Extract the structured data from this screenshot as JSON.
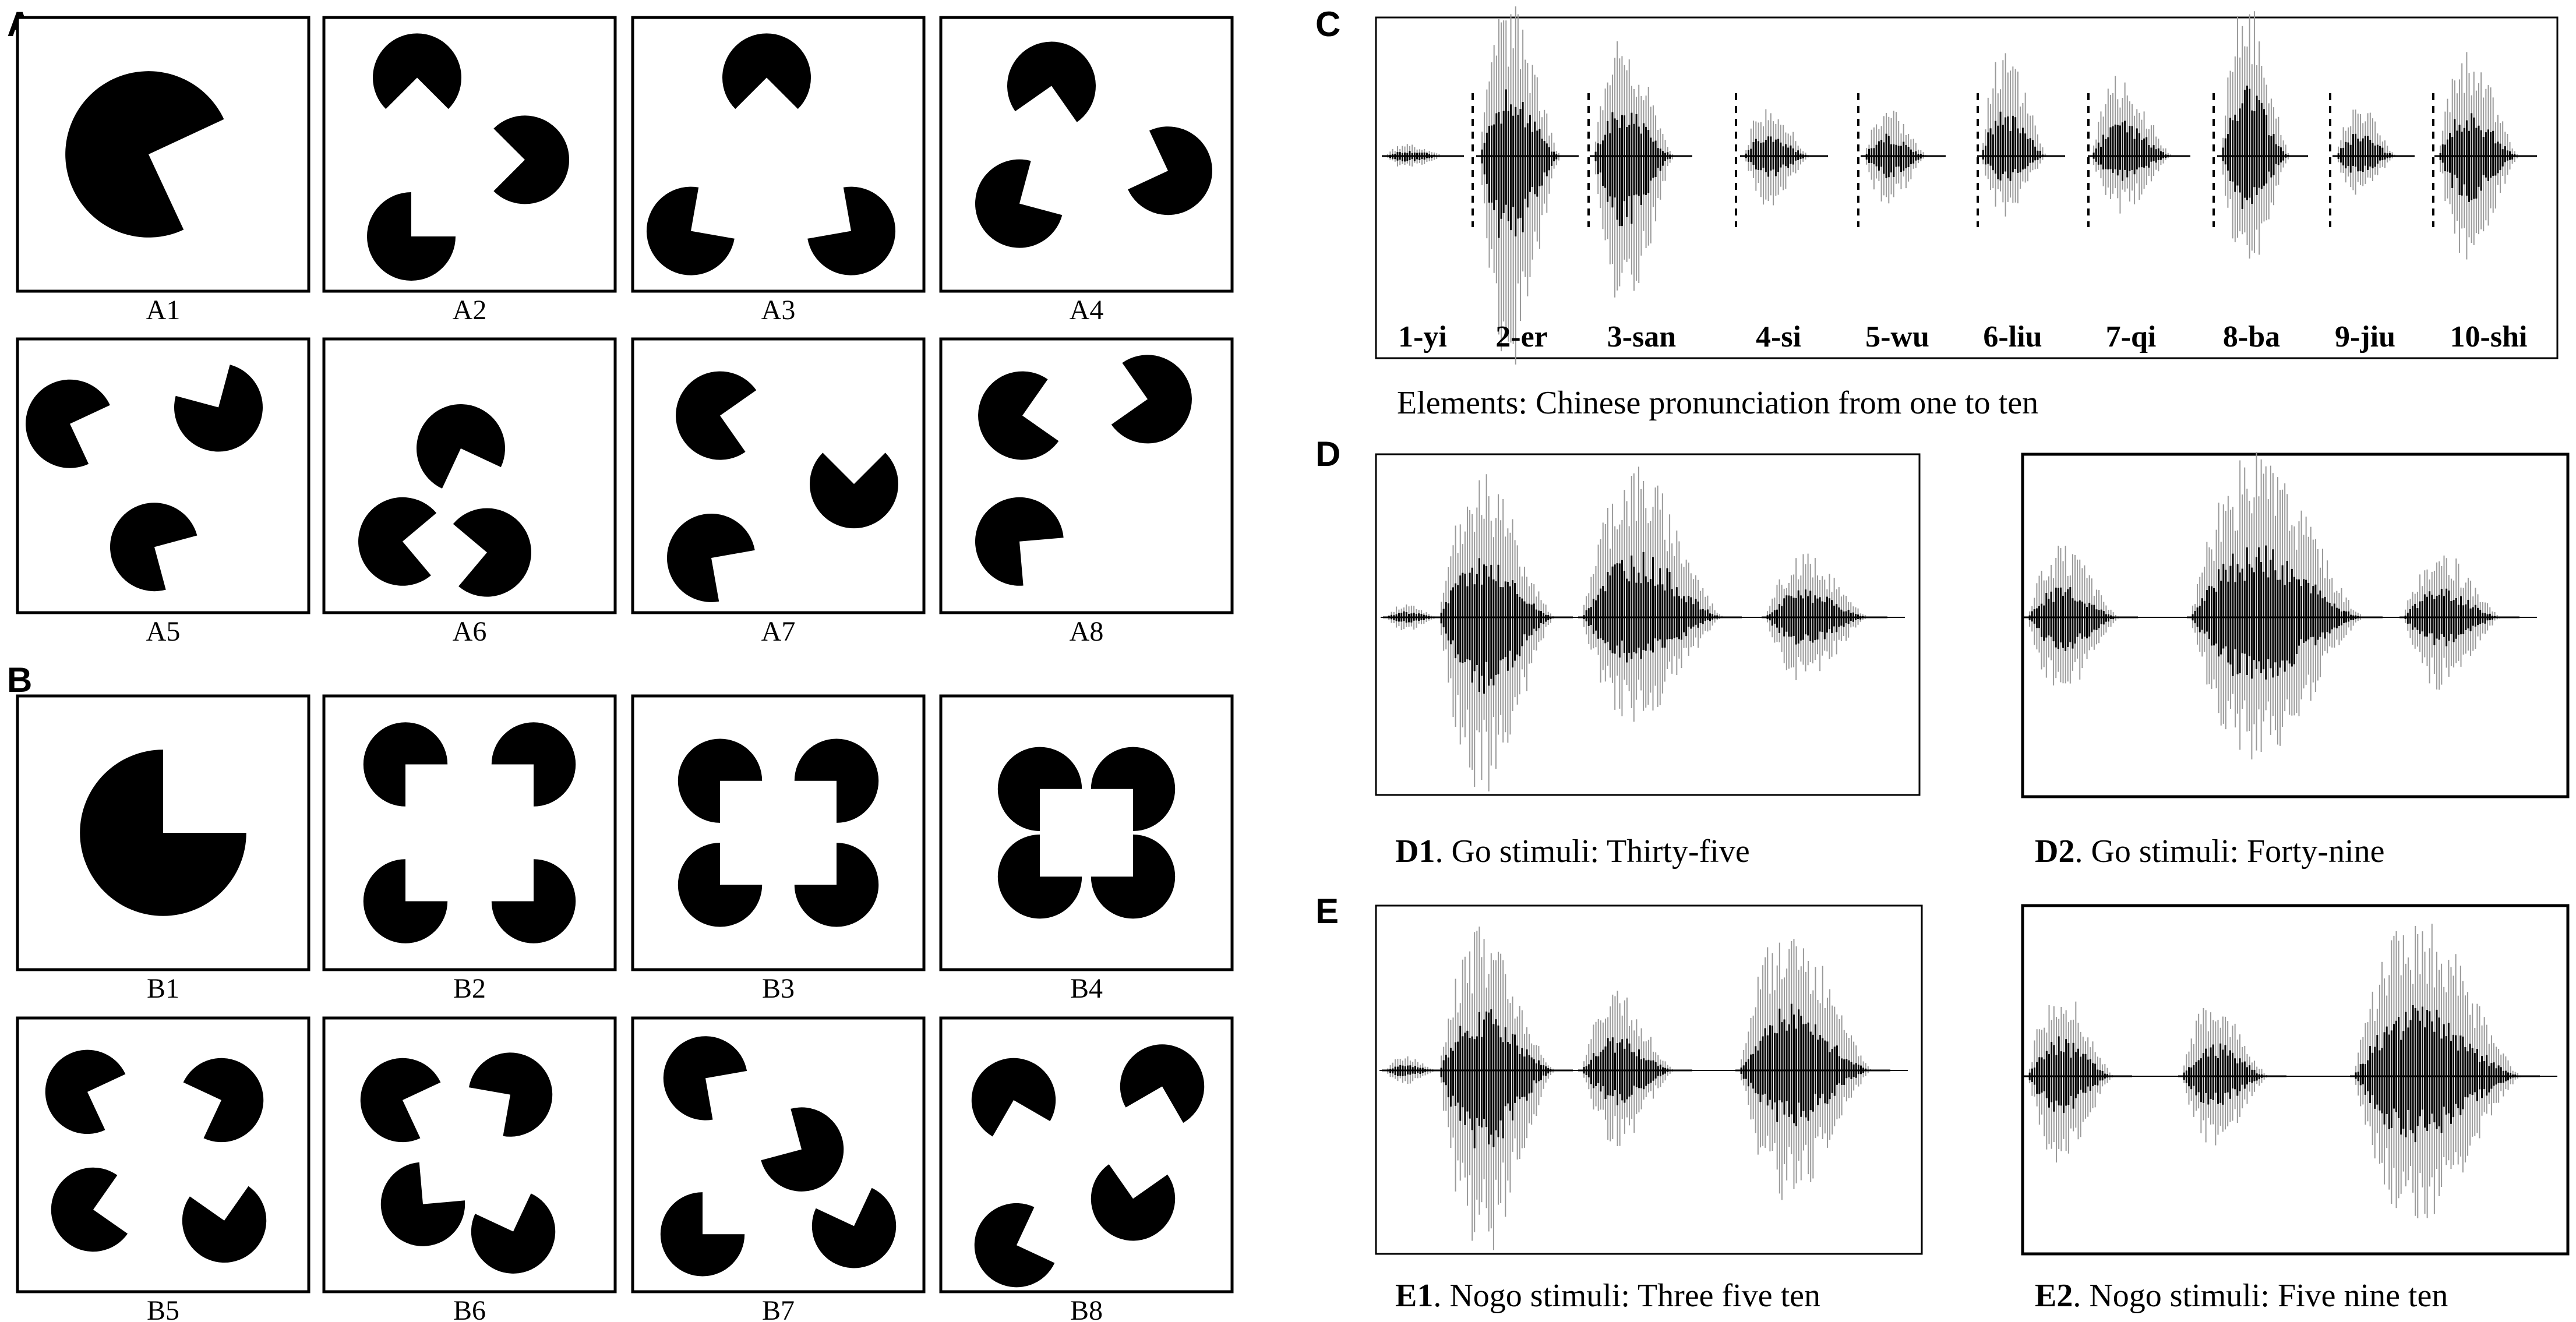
{
  "panels": {
    "A": {
      "letter": "A",
      "captions": [
        "A1",
        "A2",
        "A3",
        "A4",
        "A5",
        "A6",
        "A7",
        "A8"
      ]
    },
    "B": {
      "letter": "B",
      "captions": [
        "B1",
        "B2",
        "B3",
        "B4",
        "B5",
        "B6",
        "B7",
        "B8"
      ]
    },
    "C": {
      "letter": "C",
      "labels": [
        "1-yi",
        "2-er",
        "3-san",
        "4-si",
        "5-wu",
        "6-liu",
        "7-qi",
        "8-ba",
        "9-jiu",
        "10-shi"
      ],
      "caption": "Elements: Chinese pronunciation from one to ten"
    },
    "D": {
      "letter": "D",
      "d1": {
        "tag": "D1",
        "text": ". Go stimuli: Thirty-five"
      },
      "d2": {
        "tag": "D2",
        "text": ". Go stimuli: Forty-nine"
      }
    },
    "E": {
      "letter": "E",
      "e1": {
        "tag": "E1",
        "text": ". Nogo stimuli: Three five ten"
      },
      "e2": {
        "tag": "E2",
        "text": ". Nogo stimuli: Five nine ten"
      }
    }
  },
  "colors": {
    "ink": "#000000",
    "waveform_light": "#9a9a9a",
    "waveform_mid": "#4a4a4a"
  }
}
